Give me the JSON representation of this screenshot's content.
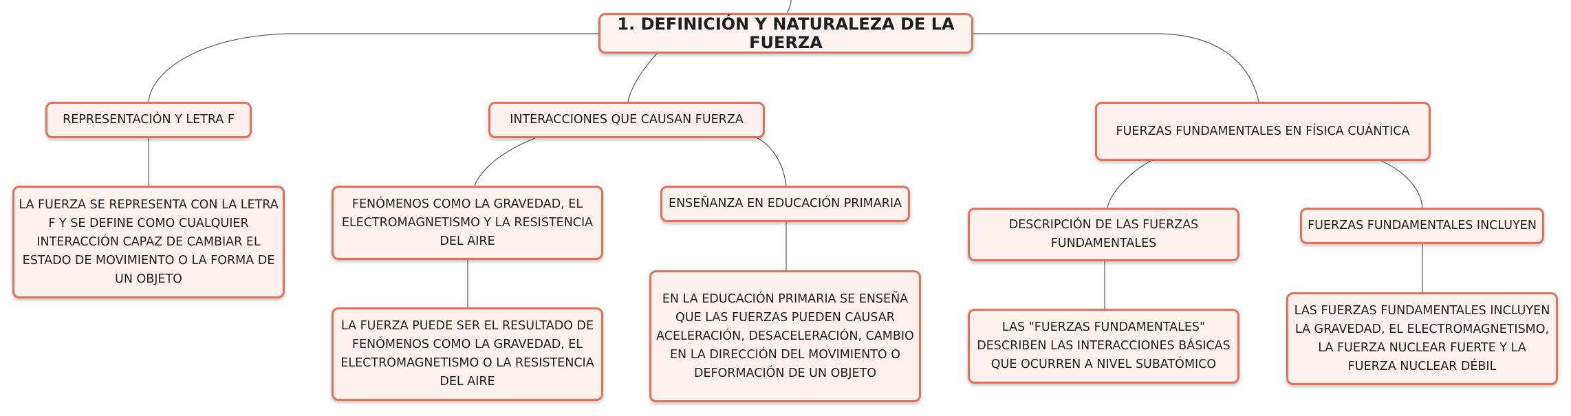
{
  "root": {
    "label": "1. DEFINICIÓN Y NATURALEZA DE LA FUERZA"
  },
  "topics": [
    {
      "label": "REPRESENTACIÓN Y LETRA F",
      "subtopics": [],
      "detail": "LA FUERZA SE REPRESENTA CON LA LETRA F Y SE DEFINE COMO CUALQUIER INTERACCIÓN CAPAZ DE CAMBIAR EL ESTADO DE MOVIMIENTO O LA FORMA DE UN OBJETO"
    },
    {
      "label": "INTERACCIONES QUE CAUSAN FUERZA",
      "subtopics": [
        {
          "label": "FENÓMENOS COMO LA GRAVEDAD, EL ELECTROMAGNETISMO Y LA RESISTENCIA DEL AIRE",
          "detail": "LA FUERZA PUEDE SER EL RESULTADO DE FENÓMENOS COMO LA GRAVEDAD, EL ELECTROMAGNETISMO O LA RESISTENCIA DEL AIRE"
        },
        {
          "label": "ENSEÑANZA EN EDUCACIÓN PRIMARIA",
          "detail": "EN LA EDUCACIÓN PRIMARIA SE ENSEÑA QUE LAS FUERZAS PUEDEN CAUSAR ACELERACIÓN, DESACELERACIÓN, CAMBIO EN LA DIRECCIÓN DEL MOVIMIENTO O DEFORMACIÓN DE UN OBJETO"
        }
      ]
    },
    {
      "label": "FUERZAS FUNDAMENTALES EN FÍSICA CUÁNTICA",
      "subtopics": [
        {
          "label": "DESCRIPCIÓN DE LAS FUERZAS FUNDAMENTALES",
          "detail": "LAS \"FUERZAS FUNDAMENTALES\" DESCRIBEN LAS INTERACCIONES BÁSICAS QUE OCURREN A NIVEL SUBATÓMICO"
        },
        {
          "label": "FUERZAS FUNDAMENTALES INCLUYEN",
          "detail": "LAS FUERZAS FUNDAMENTALES INCLUYEN LA GRAVEDAD, EL ELECTROMAGNETISMO, LA FUERZA NUCLEAR FUERTE Y LA FUERZA NUCLEAR DÉBIL"
        }
      ]
    }
  ],
  "colors": {
    "node_border": "#e4705c",
    "node_fill": "#fdf1ee",
    "connector": "#555555",
    "text": "#1e1e1e"
  }
}
